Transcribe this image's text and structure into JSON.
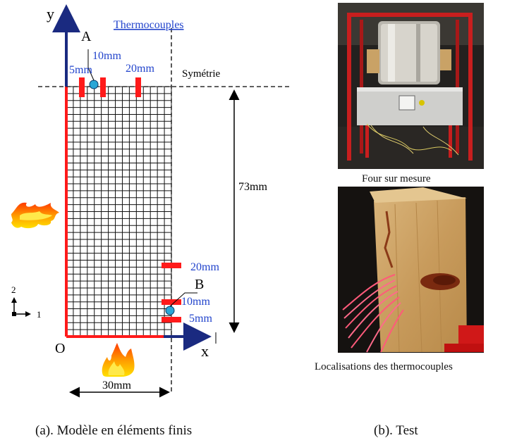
{
  "model": {
    "axis_y": "y",
    "axis_x": "x",
    "origin": "O",
    "thermocouples_link": "Thermocouples",
    "symmetry_label": "Symétrie",
    "point_a": "A",
    "point_b": "B",
    "top_distances": [
      "5mm",
      "10mm",
      "20mm"
    ],
    "bottom_distances": [
      "20mm",
      "10mm",
      "5mm"
    ],
    "height_label": "73mm",
    "width_label": "30mm",
    "triad_label_2": "2",
    "triad_label_1": "1",
    "colors": {
      "edge": "#ff1a1a",
      "accent": "#1a3aa8",
      "label_blue": "#2244cc",
      "sensor": "#2aa7d6",
      "axis": "#1a2a80"
    }
  },
  "photos": {
    "oven_caption": "Four sur mesure",
    "wood_caption": "Localisations des thermocouples"
  },
  "captions": {
    "left": "(a). Modèle en éléments finis",
    "right": "(b). Test"
  }
}
